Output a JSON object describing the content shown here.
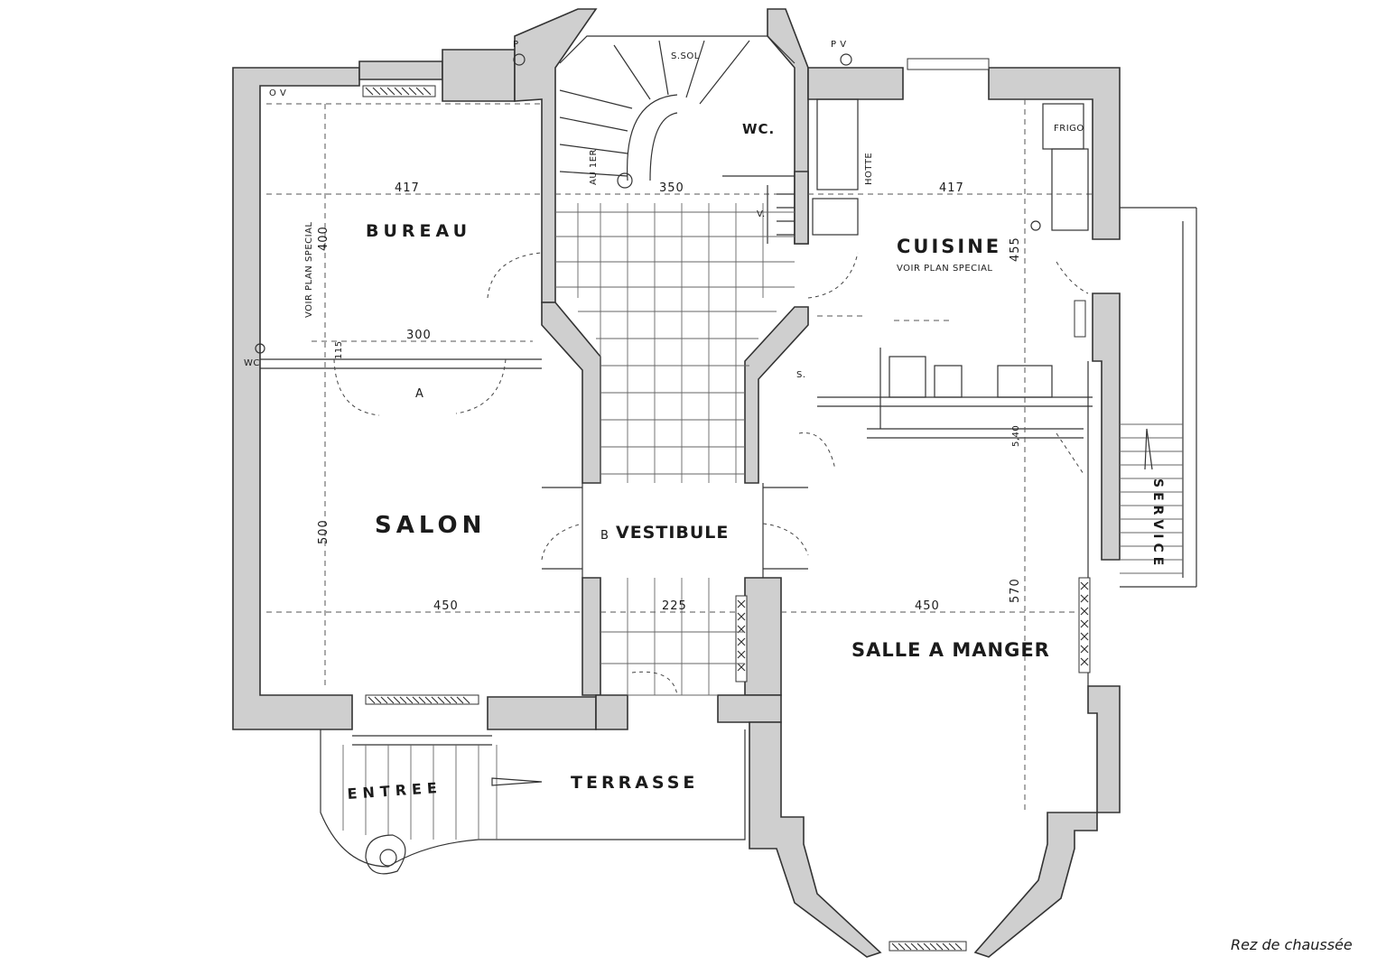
{
  "rooms": {
    "bureau": "BUREAU",
    "salon": "SALON",
    "vestibule": "VESTIBULE",
    "cuisine": "CUISINE",
    "cuisine_note": "VOIR PLAN SPECIAL",
    "salle_a_manger": "SALLE A MANGER",
    "terrasse": "TERRASSE",
    "entree": "ENTREE",
    "service": "SERVICE",
    "wc_top": "WC.",
    "wc_left": "WC",
    "au_1er": "AU 1ER",
    "s_sol": "S.SOL",
    "frigo": "FRIGO",
    "hotte": "HOTTE",
    "bureau_note": "VOIR PLAN SPECIAL"
  },
  "dimensions": {
    "bureau_width": "417",
    "bureau_height": "400",
    "stair_width": "350",
    "cuisine_width": "417",
    "cuisine_height": "455",
    "opening_width": "300",
    "salon_height": "500",
    "salon_width": "450",
    "vestibule_width": "225",
    "salle_width": "450",
    "salle_height": "570",
    "passage_width": "5,40",
    "small_dim": "115"
  },
  "marks": {
    "a": "A",
    "b": "B",
    "s": "S.",
    "p": "P",
    "pv": "P V",
    "ov": "O V",
    "v": "V."
  },
  "caption": "Rez de chaussée"
}
